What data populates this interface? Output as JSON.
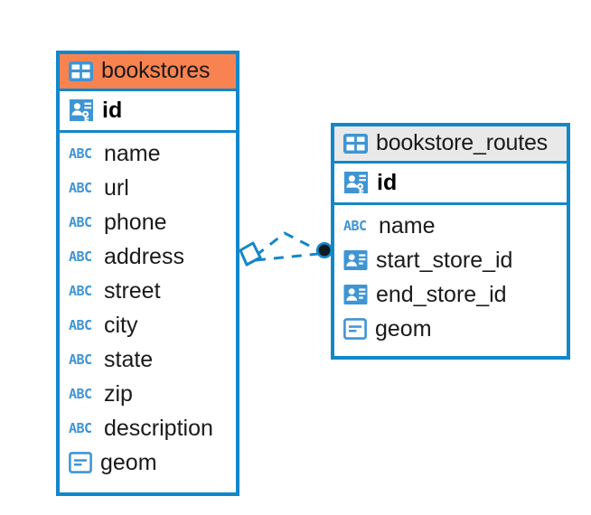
{
  "diagram": {
    "type": "entity-relationship-diagram",
    "background_color": "#ffffff",
    "accent_color": "#1287c9",
    "highlight_color": "#f98350",
    "header_gray": "#e9e9e9"
  },
  "tables": [
    {
      "name": "bookstores",
      "title": "bookstores",
      "header_style": "accent-orange",
      "table_icon": "table-grid-icon",
      "primary_key": {
        "label": "id",
        "icon": "primary-key-card-icon"
      },
      "fields": [
        {
          "label": "name",
          "icon": "abc-text-icon",
          "type_hint": "ABC"
        },
        {
          "label": "url",
          "icon": "abc-text-icon",
          "type_hint": "ABC"
        },
        {
          "label": "phone",
          "icon": "abc-text-icon",
          "type_hint": "ABC"
        },
        {
          "label": "address",
          "icon": "abc-text-icon",
          "type_hint": "ABC"
        },
        {
          "label": "street",
          "icon": "abc-text-icon",
          "type_hint": "ABC"
        },
        {
          "label": "city",
          "icon": "abc-text-icon",
          "type_hint": "ABC"
        },
        {
          "label": "state",
          "icon": "abc-text-icon",
          "type_hint": "ABC"
        },
        {
          "label": "zip",
          "icon": "abc-text-icon",
          "type_hint": "ABC"
        },
        {
          "label": "description",
          "icon": "abc-text-icon",
          "type_hint": "ABC"
        },
        {
          "label": "geom",
          "icon": "geometry-icon",
          "type_hint": ""
        }
      ]
    },
    {
      "name": "bookstore_routes",
      "title": "bookstore_routes",
      "header_style": "accent-gray",
      "table_icon": "table-grid-icon",
      "primary_key": {
        "label": "id",
        "icon": "primary-key-card-icon"
      },
      "fields": [
        {
          "label": "name",
          "icon": "abc-text-icon",
          "type_hint": "ABC"
        },
        {
          "label": "start_store_id",
          "icon": "foreign-key-icon",
          "type_hint": ""
        },
        {
          "label": "end_store_id",
          "icon": "foreign-key-icon",
          "type_hint": ""
        },
        {
          "label": "geom",
          "icon": "geometry-icon",
          "type_hint": ""
        }
      ]
    }
  ],
  "relationship": {
    "source_table": "bookstores",
    "target_table": "bookstore_routes",
    "source_marker": "diamond-marker",
    "target_marker": "filled-circle-marker",
    "line_style": "dashed",
    "line_color": "#1287c9",
    "edge_count": 2
  }
}
